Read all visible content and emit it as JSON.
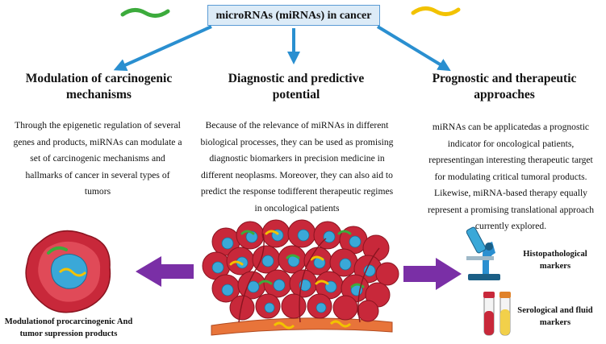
{
  "title": "microRNAs (miRNAs) in cancer",
  "columns": [
    {
      "heading": "Modulation of carcinogenic mechanisms",
      "text": "Through the epigenetic regulation of several genes and products, miRNAs can modulate a set of carcinogenic mechanisms and hallmarks of cancer in several types of tumors"
    },
    {
      "heading": "Diagnostic and predictive potential",
      "text": "Because of the relevance of miRNAs in different biological processes, they can be used as promising diagnostic biomarkers in precision medicine in different neoplasms. Moreover, they can also aid to predict the response todifferent therapeutic regimes in oncological patients"
    },
    {
      "heading": "Prognostic and therapeutic approaches",
      "text": "miRNAs can be applicatedas a prognostic indicator for oncological patients, representingan interesting therapeutic target for modulating critical tumoral products. Likewise, miRNA-based therapy equally represent a promising translational approach currently explored."
    }
  ],
  "bottom_labels": {
    "left": "Modulationof procarcinogenic And tumor supression products",
    "histo": "Histopathological markers",
    "sero": "Serological and fluid markers"
  },
  "colors": {
    "arrow_blue": "#2a8fd0",
    "arrow_purple": "#7a2fa6",
    "cell_red": "#c8283a",
    "nucleus_blue": "#3aa8d8",
    "mirna_green": "#3cab3c",
    "mirna_yellow": "#f2c200",
    "title_box_bg": "#dcebf7"
  },
  "icons": [
    "microscope-icon",
    "blood-tube-icon",
    "fluid-tube-icon",
    "tumor-cell-icon",
    "tumor-tissue-icon"
  ]
}
